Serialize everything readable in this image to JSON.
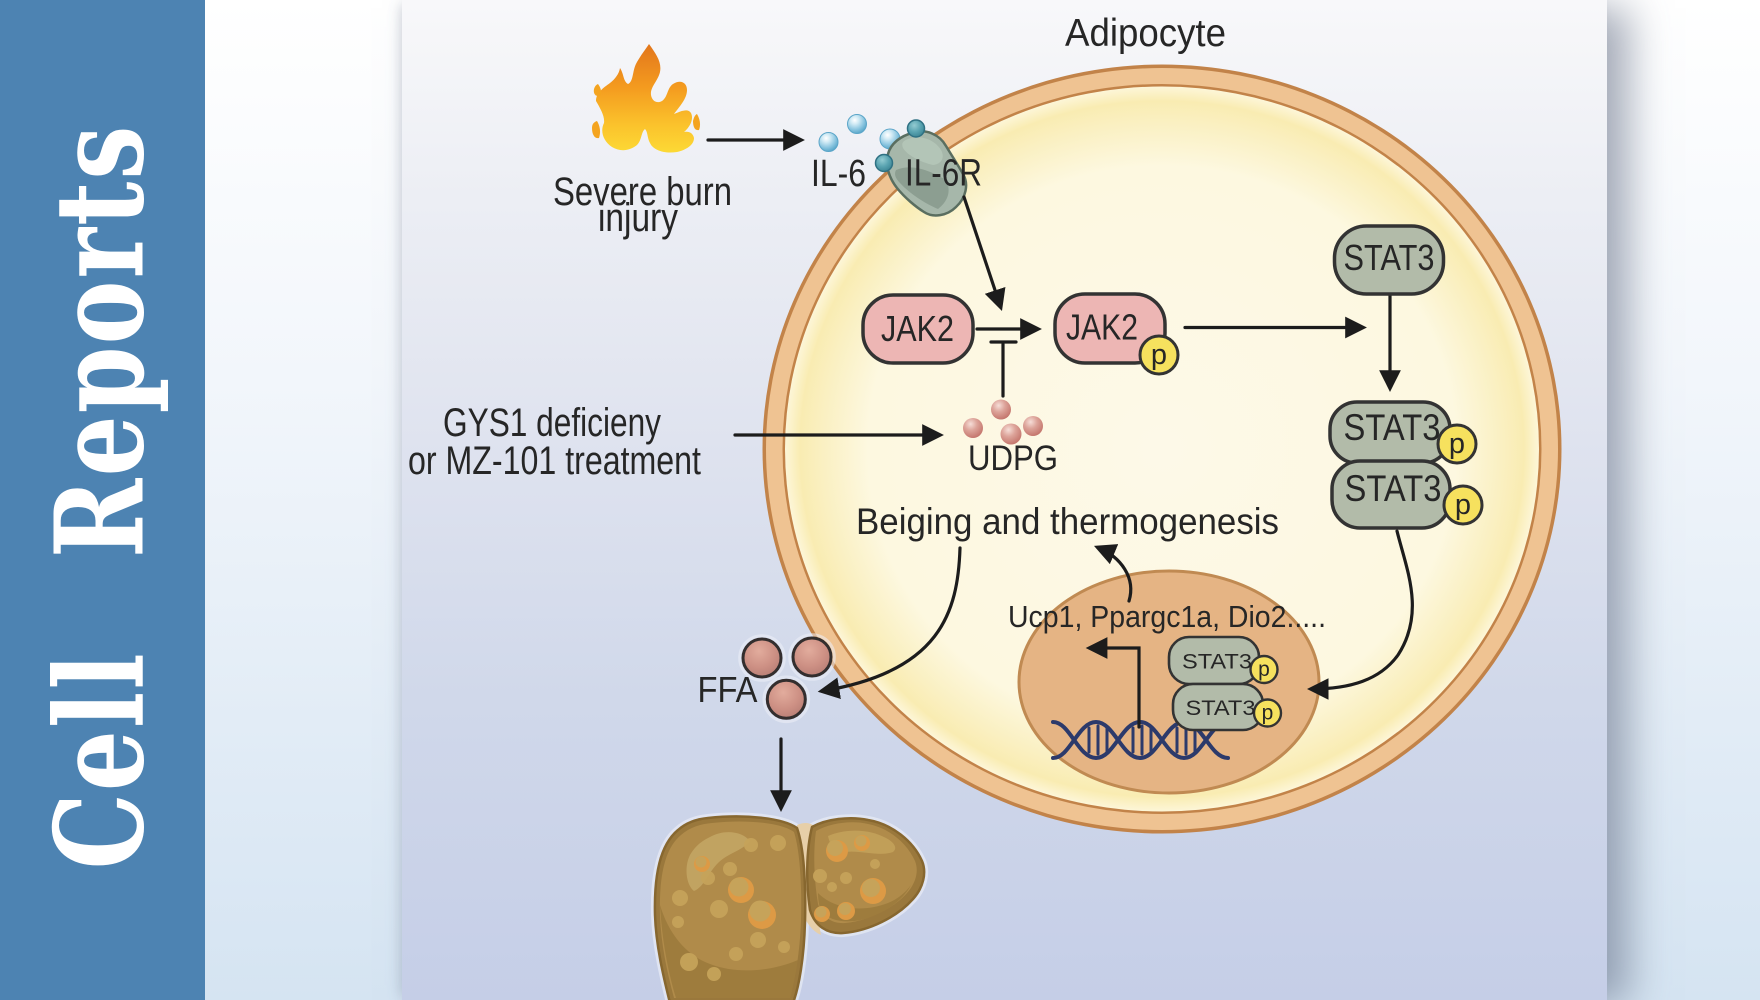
{
  "journal": {
    "name": "Cell Reports"
  },
  "diagram": {
    "title": "Adipocyte",
    "labels": {
      "severe_burn_line1": "Severe burn",
      "severe_burn_line2": "injury",
      "il6": "IL-6",
      "il6r": "IL-6R",
      "jak2": "JAK2",
      "stat3": "STAT3",
      "phospho": "p",
      "gys1_line1": "GYS1 deficieny",
      "gys1_line2": "or MZ-101 treatment",
      "udpg": "UDPG",
      "beiging": "Beiging and thermogenesis",
      "target_genes": "Ucp1, Ppargc1a, Dio2.....",
      "ffa": "FFA"
    },
    "colors": {
      "band_blue": "#4d83b2",
      "panel_top": "#f8f8fa",
      "panel_bottom": "#c5cee7",
      "cell_fill": "#fdf8e2",
      "membrane_tan": "#efc392",
      "membrane_line": "#c28349",
      "nucleus_fill": "#e5b484",
      "nucleus_line": "#c08a52",
      "jak2_pink": "#edb6b4",
      "stat3_green": "#b2bba9",
      "phospho_yellow": "#f6e15e",
      "arrow_black": "#1c1c1c",
      "dna_navy": "#2c3a6b",
      "liver_brown": "#ad8746",
      "il6_blue": "#7fc0dc",
      "udpg_red": "#c4756c",
      "ffa_rose": "#d59a8e"
    }
  }
}
